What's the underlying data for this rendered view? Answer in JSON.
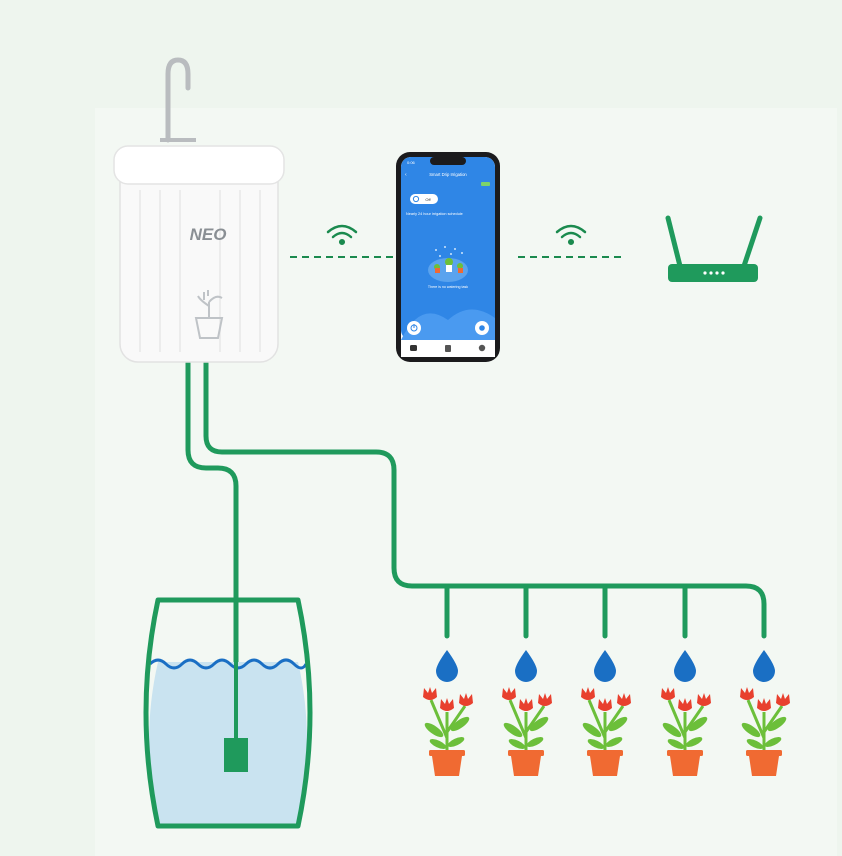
{
  "device": {
    "brand": "NEO"
  },
  "phone": {
    "status_time": "0:06",
    "app_title": "Smart Drip Irrigation",
    "off_button_label": "Off",
    "schedule_text": "Nearly 24 hour irrigation schedule",
    "empty_text": "There is no watering task",
    "icon_names": [
      "back-icon",
      "battery-icon",
      "power-icon",
      "plant-icon",
      "home-icon",
      "log-icon",
      "settings-icon"
    ]
  },
  "connections": {
    "left_signal": "wifi-icon",
    "right_signal": "wifi-icon"
  },
  "router": {
    "icon": "router-icon"
  },
  "plants": {
    "count": 5,
    "droplet_icon": "water-drop-icon",
    "plant_icon": "potted-flower-icon"
  },
  "reservoir": {
    "icon": "water-bucket-icon"
  },
  "colors": {
    "pipe": "#1f9a5c",
    "wifi": "#1a8a4e",
    "router": "#1f9a5c",
    "drop": "#1a6fc4",
    "water": "#c9e3f0",
    "wave": "#1a6fc4",
    "pot": "#f06a32",
    "flower": "#e8402e",
    "leaf": "#6cbf3a",
    "phone_blue": "#2f86e6"
  }
}
